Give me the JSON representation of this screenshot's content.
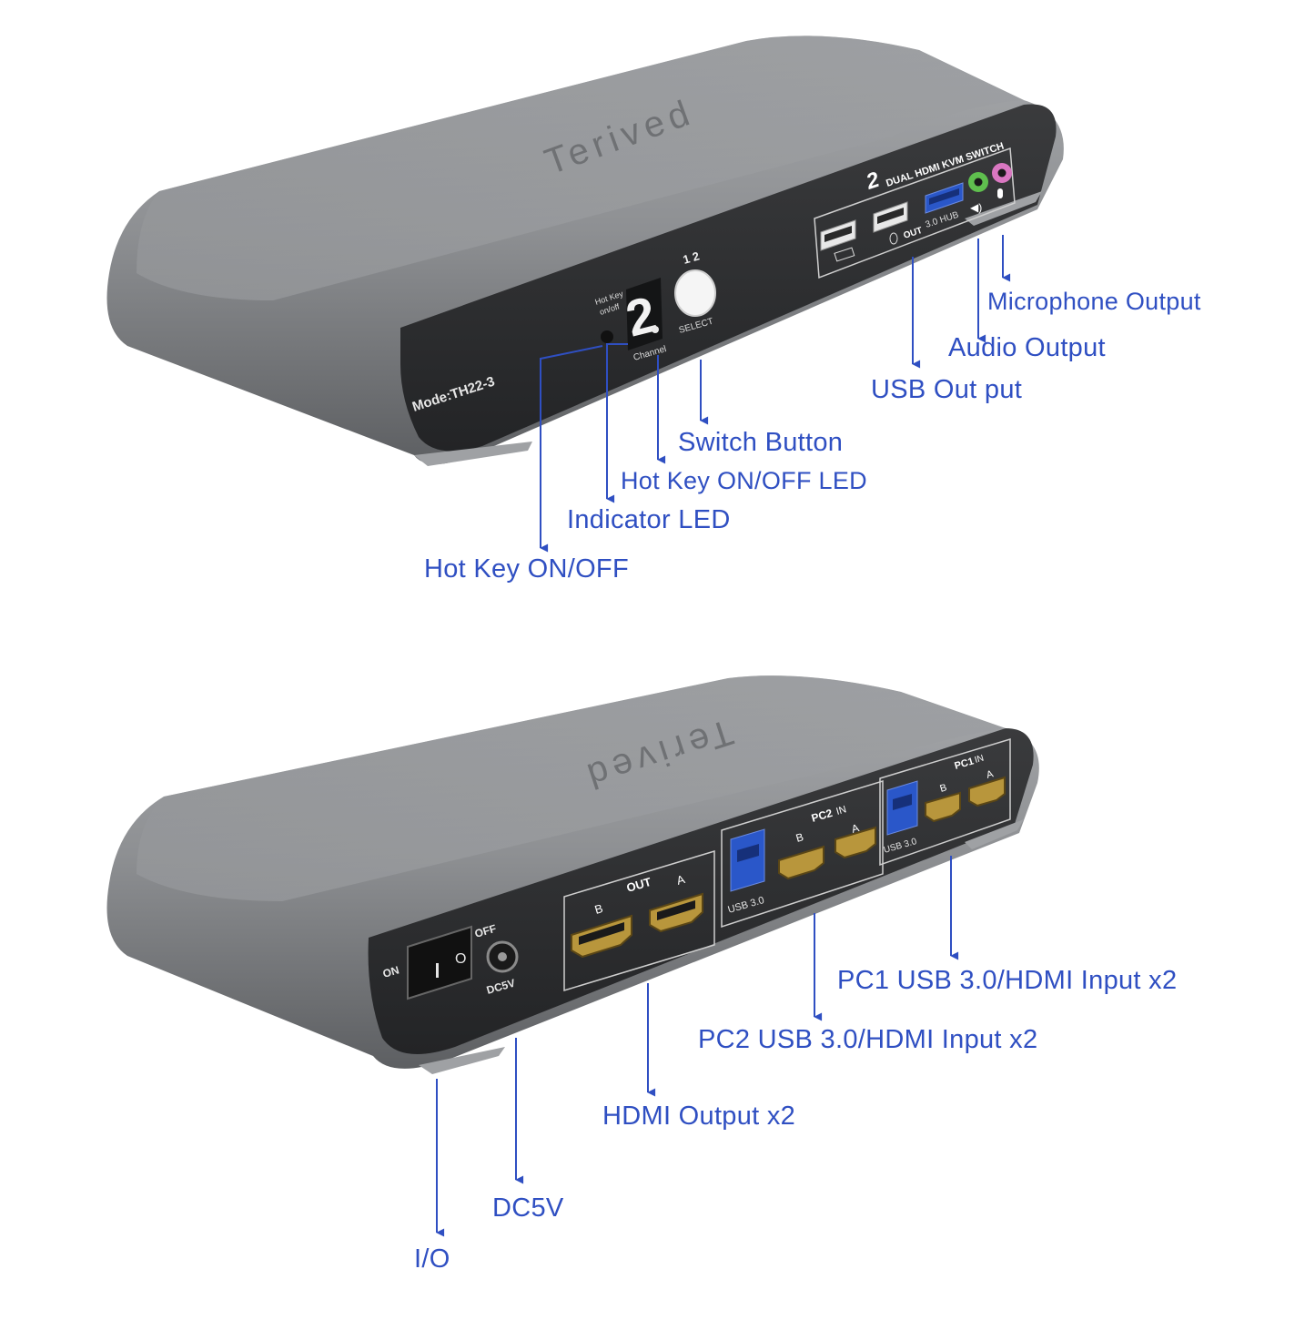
{
  "device": {
    "brand": "Terived",
    "model": "Mode:TH22-3",
    "product_line_number": "2",
    "product_line": "DUAL HDMI KVM SWITCH",
    "display_digit": "2",
    "front_labels": {
      "hotkey_line1": "Hot Key",
      "hotkey_line2": "on/off",
      "channel": "Channel",
      "channel_numbers": "1 2",
      "select": "SELECT",
      "out": "OUT",
      "hub": "3.0 HUB"
    },
    "rear_labels": {
      "on": "ON",
      "off": "OFF",
      "dc": "DC5V",
      "out": "OUT",
      "pc2": "PC2",
      "pc1": "PC1",
      "in": "IN",
      "usb": "USB 3.0",
      "port_a": "A",
      "port_b": "B"
    }
  },
  "front_callouts": {
    "microphone": "Microphone Output",
    "audio": "Audio Output",
    "usb": "USB Out put",
    "switch_button": "Switch Button",
    "hotkey_led": "Hot Key ON/OFF LED",
    "indicator_led": "Indicator LED",
    "hotkey": "Hot Key ON/OFF"
  },
  "rear_callouts": {
    "pc1": "PC1 USB 3.0/HDMI Input x2",
    "pc2": "PC2 USB 3.0/HDMI Input x2",
    "hdmi_out": "HDMI Output x2",
    "dc": "DC5V",
    "io": "I/O"
  },
  "colors": {
    "callout": "#2f4fc2",
    "body": "#8b8d90",
    "panel": "#2e2f31",
    "usb_blue": "#2a57c9",
    "hdmi_gold": "#b8963c",
    "audio_green": "#5fbf4e",
    "mic_pink": "#d977c1"
  }
}
